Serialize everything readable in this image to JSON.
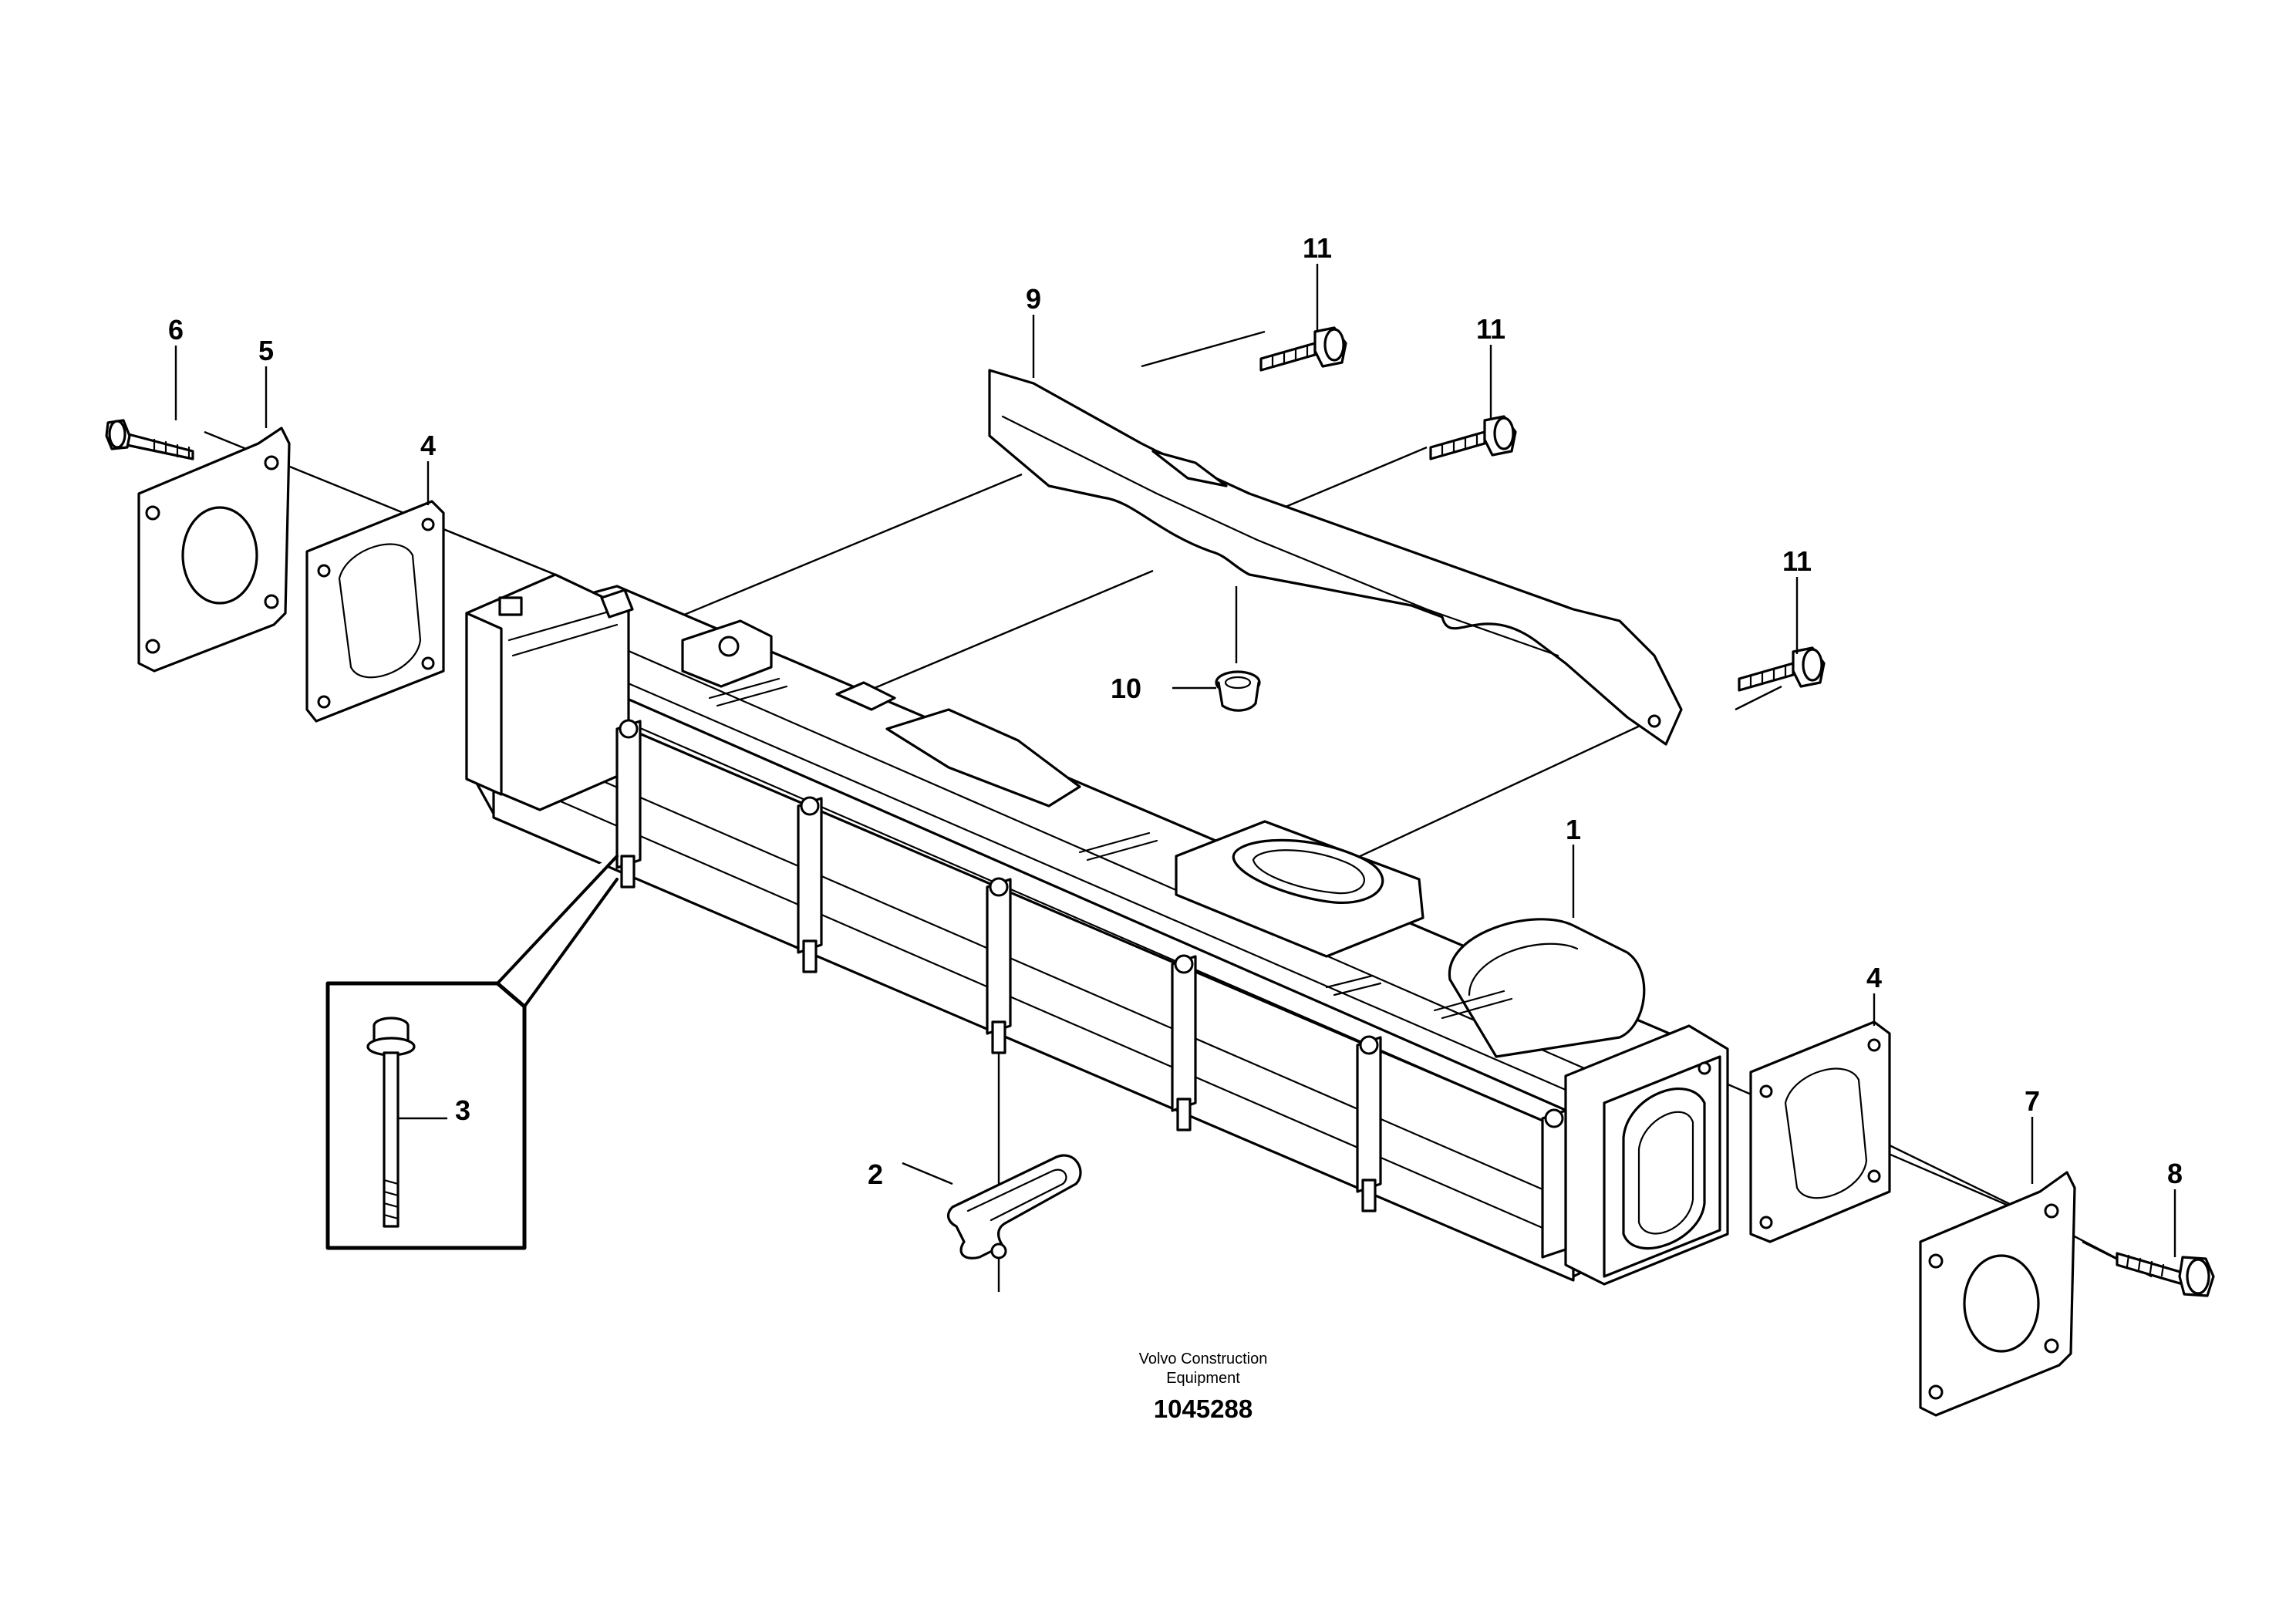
{
  "caption": {
    "line1": "Volvo Construction",
    "line2": "Equipment",
    "drawing_number": "1045288"
  },
  "callouts": {
    "c1": "1",
    "c2": "2",
    "c3": "3",
    "c4a": "4",
    "c4b": "4",
    "c5": "5",
    "c6": "6",
    "c7": "7",
    "c8": "8",
    "c9": "9",
    "c10": "10",
    "c11a": "11",
    "c11b": "11",
    "c11c": "11"
  }
}
